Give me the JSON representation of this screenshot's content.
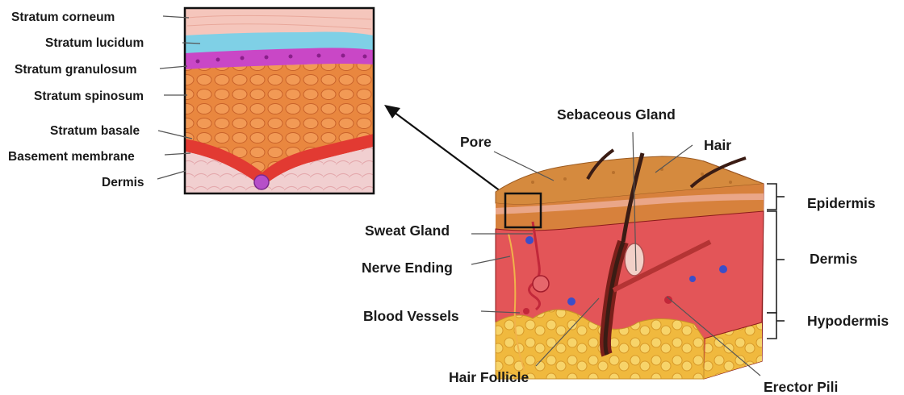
{
  "inset_labels": {
    "stratum_corneum": "Stratum corneum",
    "stratum_lucidum": "Stratum lucidum",
    "stratum_granulosum": "Stratum granulosum",
    "stratum_spinosum": "Stratum spinosum",
    "stratum_basale": "Stratum basale",
    "basement_membrane": "Basement membrane",
    "dermis": "Dermis"
  },
  "block_labels": {
    "sebaceous_gland": "Sebaceous Gland",
    "pore": "Pore",
    "hair": "Hair",
    "sweat_gland": "Sweat Gland",
    "nerve_ending": "Nerve Ending",
    "blood_vessels": "Blood Vessels",
    "hair_follicle": "Hair Follicle",
    "erector_pili": "Erector Pili"
  },
  "layer_labels": {
    "epidermis": "Epidermis",
    "dermis": "Dermis",
    "hypodermis": "Hypodermis"
  },
  "colors": {
    "stratum_corneum": "#f7c8be",
    "stratum_lucidum": "#7fd0e6",
    "stratum_granulosum": "#cc44cc",
    "stratum_spinosum": "#e8813f",
    "stratum_basale": "#e23a32",
    "dermis_inset": "#f1cfd0",
    "epidermis_top": "#d98c3c",
    "dermis_block": "#e8565a",
    "hypodermis_fat": "#f2c24a",
    "hair": "#3a1c14"
  }
}
